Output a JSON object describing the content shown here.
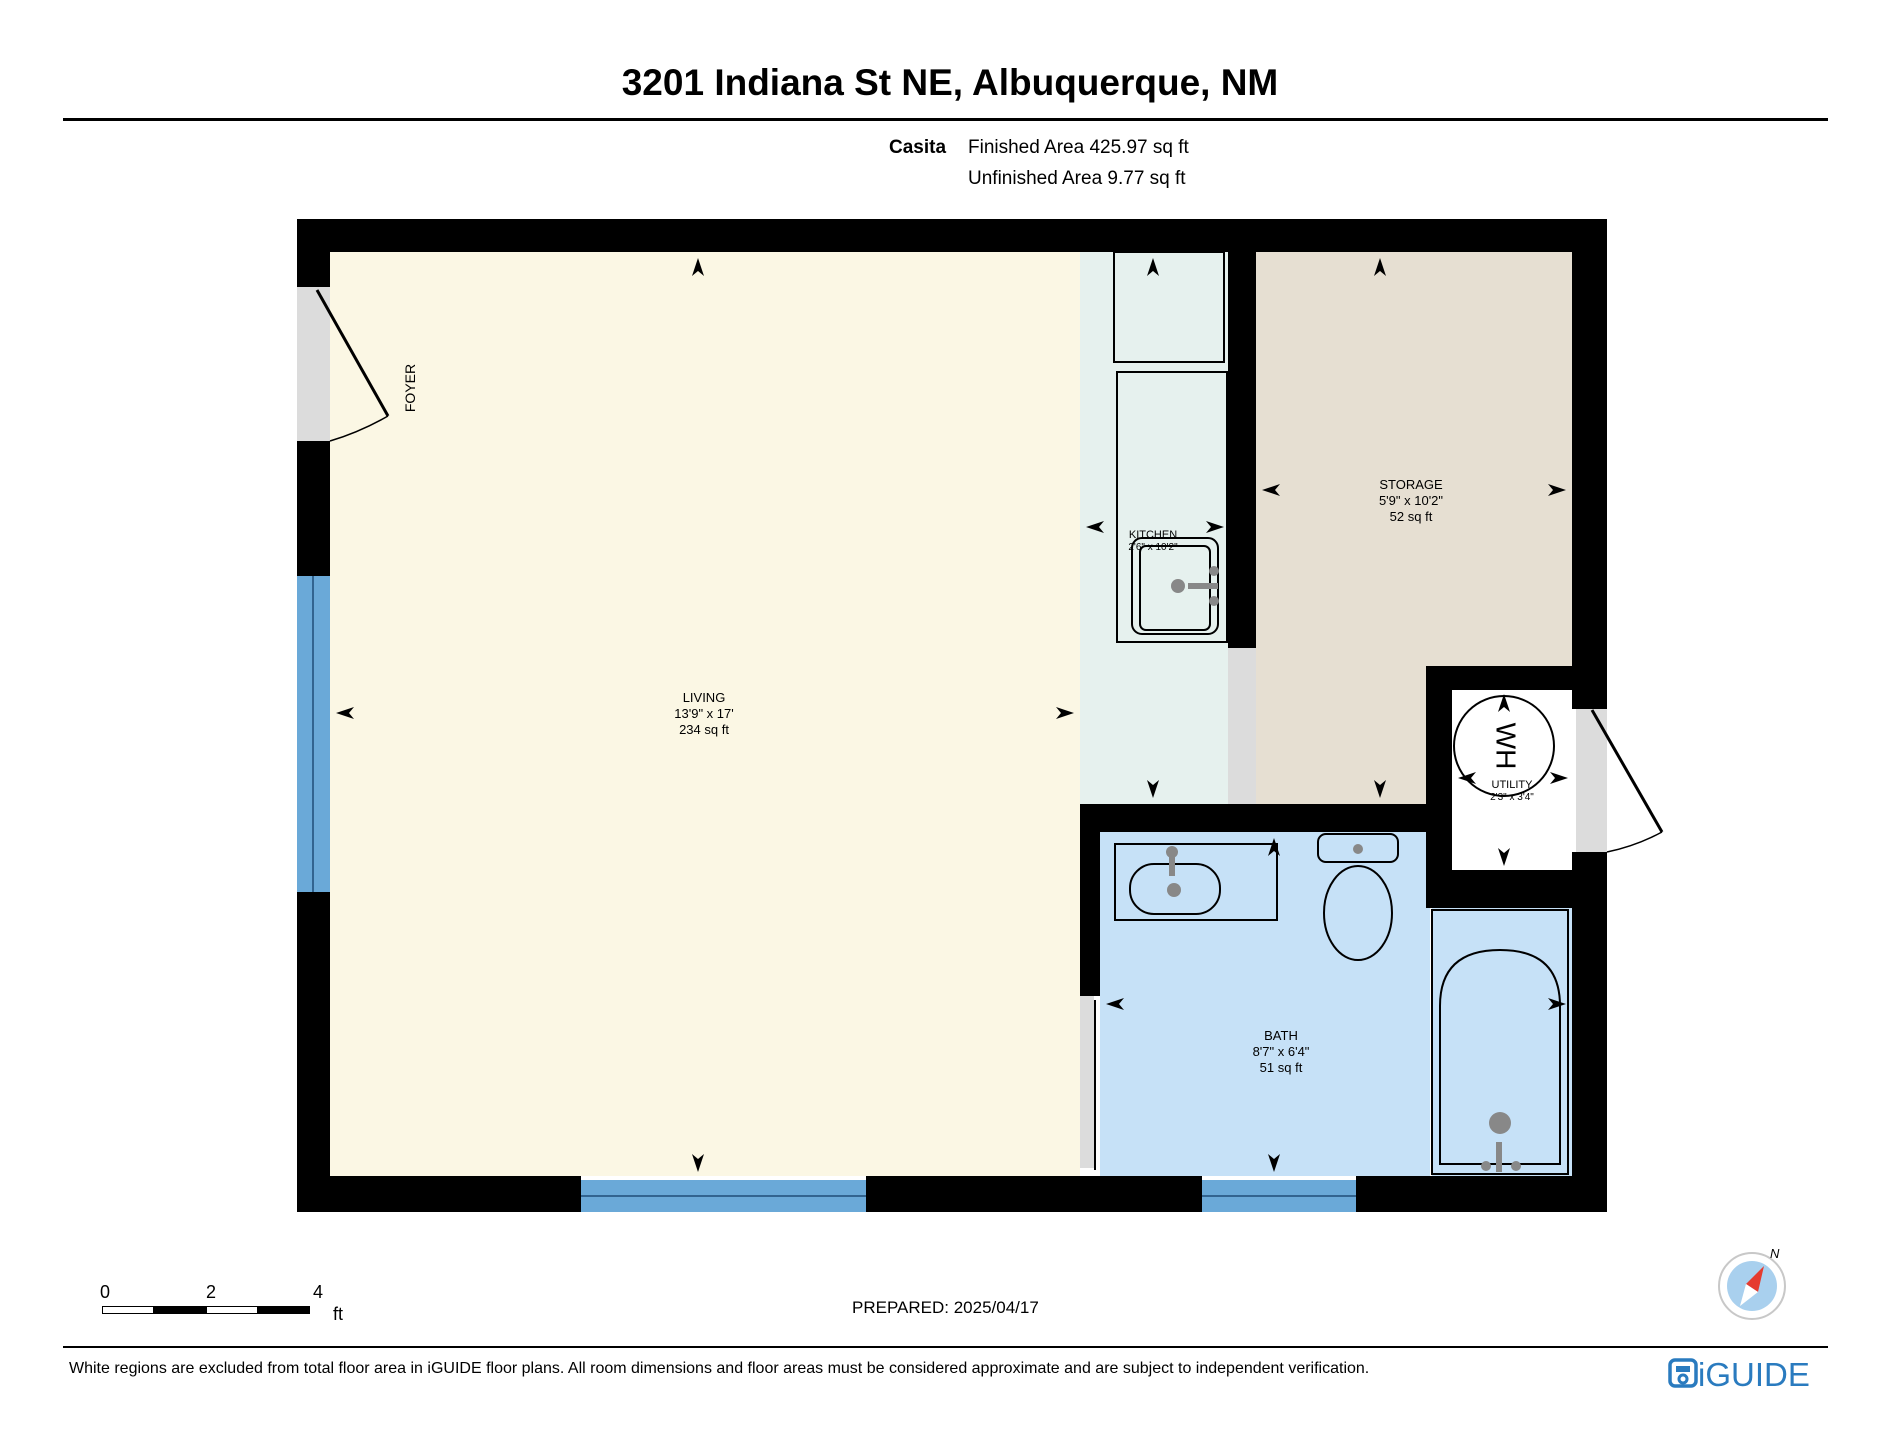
{
  "header": {
    "title": "3201 Indiana St NE, Albuquerque, NM"
  },
  "areas": {
    "label": "Casita",
    "finished": "Finished Area 425.97 sq ft",
    "unfinished": "Unfinished Area 9.77 sq ft"
  },
  "rooms": {
    "foyer": {
      "name": "FOYER"
    },
    "living": {
      "name": "LIVING",
      "dims": "13'9\" x 17'",
      "area": "234 sq ft"
    },
    "kitchen": {
      "name": "KITCHEN",
      "dims": "2'6\" x 10'2\""
    },
    "storage": {
      "name": "STORAGE",
      "dims": "5'9\" x 10'2\"",
      "area": "52 sq ft"
    },
    "utility": {
      "name": "UTILITY",
      "dims": "2'3\" x 3'4\"",
      "wh": "WH"
    },
    "bath": {
      "name": "BATH",
      "dims": "8'7\" x 6'4\"",
      "area": "51 sq ft"
    }
  },
  "colors": {
    "living": "#fbf7e4",
    "kitchen": "#e6f1ee",
    "storage": "#e6dfd2",
    "bath": "#c6e1f7",
    "window": "#6aa9d8",
    "wall": "#000000",
    "opening": "#dcdcdc",
    "logo": "#2a7bbf"
  },
  "scale_bar": {
    "ticks": [
      "0",
      "2",
      "4"
    ],
    "unit": "ft"
  },
  "compass": {
    "north_label": "N"
  },
  "footer": {
    "prepared": "PREPARED: 2025/04/17",
    "disclaimer": "White regions are excluded from total floor area in iGUIDE floor plans. All room dimensions and floor areas must be considered approximate and are subject to independent verification.",
    "logo": "iGUIDE"
  }
}
